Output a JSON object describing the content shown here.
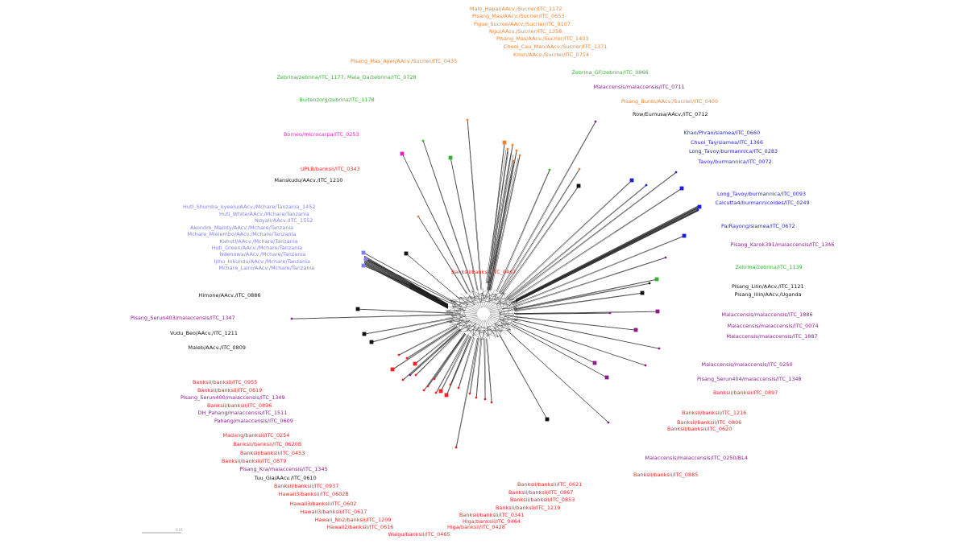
{
  "palette": {
    "ITC_AAcv": "#f4812c",
    "zebrina": "#2fb52f",
    "malaccensis": "#8b1a8b",
    "black": "#111111",
    "burmannica": "#1c1ce0",
    "microcarpa": "#ee1ec8",
    "banksii": "#f02424",
    "mchare": "#8080f0"
  },
  "network": {
    "scale_bar_label": "0.01"
  },
  "labels": [
    {
      "text": "Malo_Hapai/AAcv./Sucrier/ITC_1172",
      "group": "ITC_AAcv"
    },
    {
      "text": "Pisang_Mas/AAcv./Sucrier/ITC_0653",
      "group": "ITC_AAcv"
    },
    {
      "text": "Figue_Sucree/AAcv./Sucrier/ITC_0107",
      "group": "ITC_AAcv"
    },
    {
      "text": "Ngu/AAcv./Sucrier/ITC_1358",
      "group": "ITC_AAcv"
    },
    {
      "text": "Pisang_Mas/AAcv./Sucrier/ITC_1403",
      "group": "ITC_AAcv"
    },
    {
      "text": "Chuoi_Cau_Man/AAcv./Sucrier/ITC_1371",
      "group": "ITC_AAcv"
    },
    {
      "text": "Kirun/AAcv./Sucrier/ITC_0714",
      "group": "ITC_AAcv"
    },
    {
      "text": "Pisang_Mas_Ayer/AAcv./Sucrier/ITC_0435",
      "group": "ITC_AAcv"
    },
    {
      "text": "Zebrina_GF/zebrina/ITC_0966",
      "group": "zebrina"
    },
    {
      "text": "Zebrina/zebrina/ITC_1177, Maia_Oa/zebrina/ITC_0728",
      "group": "zebrina"
    },
    {
      "text": "Malaccensis/malaccensis/ITC_0711",
      "group": "malaccensis"
    },
    {
      "text": "Buitenzorg/zebrina/ITC_1178",
      "group": "zebrina"
    },
    {
      "text": "Pisang_Bunbi/AAcv./Sucrier/ITC_0400",
      "group": "ITC_AAcv"
    },
    {
      "text": "Row/Eumusa/AAcv./ITC_0712",
      "group": "black"
    },
    {
      "text": "Khao/Phrao/siamea/ITC_0660",
      "group": "burmannica"
    },
    {
      "text": "Borneo/microcarpa/ITC_0253",
      "group": "microcarpa"
    },
    {
      "text": "Chuoi_Tay/siamea/ITC_1366",
      "group": "burmannica"
    },
    {
      "text": "Long_Tavoy/burmannica/ITC_0283",
      "group": "burmannica"
    },
    {
      "text": "Tavoy/burmannica/ITC_0072",
      "group": "burmannica"
    },
    {
      "text": "UPLB/banksii/ITC_0343",
      "group": "banksii"
    },
    {
      "text": "Manskudu/AAcv./ITC_1210",
      "group": "black"
    },
    {
      "text": "Long_Tavoy/burmannica/ITC_0093",
      "group": "burmannica"
    },
    {
      "text": "Calcutta4/burmannicoides/ITC_0249",
      "group": "burmannica"
    },
    {
      "text": "Huti_Shumba_nyeelu/AAcv./Mchare/Tanzania_1452",
      "group": "mchare"
    },
    {
      "text": "Huti_White/AAcv./Mchare/Tanzania",
      "group": "mchare"
    },
    {
      "text": "Ndyali/AAcv./ITC_1552",
      "group": "mchare"
    },
    {
      "text": "Pa/Rayong/siamea/ITC_0672",
      "group": "burmannica"
    },
    {
      "text": "Akondro_Mainty/AAcv./Mchare/Tanzania",
      "group": "mchare"
    },
    {
      "text": "Mchare_Mlelembo/AAcv./Mchare/Tanzania",
      "group": "mchare"
    },
    {
      "text": "Kahuti/AAcv./Mchare/Tanzania",
      "group": "mchare"
    },
    {
      "text": "Pisang_Karok391/malaccensis/ITC_1346",
      "group": "malaccensis"
    },
    {
      "text": "Huti_Green/AAcv./Mchare/Tanzania",
      "group": "mchare"
    },
    {
      "text": "Ndenowa/AAcv./Mchare/Tanzania",
      "group": "mchare"
    },
    {
      "text": "Ijihu_Inkundu/AAcv./Mchare/Tanzania",
      "group": "mchare"
    },
    {
      "text": "Zebrina/zebrina/ITC_1139",
      "group": "zebrina"
    },
    {
      "text": "Mchare_Laini/AAcv./Mchare/Tanzania",
      "group": "mchare"
    },
    {
      "text": "Pisang_Lilin/AAcv./ITC_1121",
      "group": "black"
    },
    {
      "text": "Himone/AAcv./ITC_0886",
      "group": "black"
    },
    {
      "text": "Pisang_lilin/AAcv./Uganda",
      "group": "black"
    },
    {
      "text": "Malaccensis/malaccensis/ITC_1886",
      "group": "malaccensis"
    },
    {
      "text": "Pisang_Serun403/malaccensis/ITC_1347",
      "group": "malaccensis"
    },
    {
      "text": "Malaccensis/malaccensis/ITC_0074",
      "group": "malaccensis"
    },
    {
      "text": "Vudu_Beo/AAcv./ITC_1211",
      "group": "black"
    },
    {
      "text": "Malaccensis/malaccensis/ITC_1887",
      "group": "malaccensis"
    },
    {
      "text": "Maleb/AAcv./ITC_0809",
      "group": "black"
    },
    {
      "text": "Malaccensis/malaccensis/ITC_0250",
      "group": "malaccensis"
    },
    {
      "text": "Pisang_Serun404/malaccensis/ITC_1348",
      "group": "malaccensis"
    },
    {
      "text": "Banksii/banksii/ITC_0955",
      "group": "banksii"
    },
    {
      "text": "Banksii/banksii/ITC_0619",
      "group": "banksii"
    },
    {
      "text": "Banksii/banksii/ITC_0897",
      "group": "banksii"
    },
    {
      "text": "Pisang_Serun400/malaccensis/ITC_1349",
      "group": "malaccensis"
    },
    {
      "text": "Banksii/banksii/ITC_0896",
      "group": "banksii"
    },
    {
      "text": "Banksii/banksii/ITC_1216",
      "group": "banksii"
    },
    {
      "text": "DH_Pahang/malaccensis/ITC_1511",
      "group": "malaccensis"
    },
    {
      "text": "Banksii/banksii/ITC_0806",
      "group": "banksii"
    },
    {
      "text": "Pahang/malaccensis/ITC_0609",
      "group": "malaccensis"
    },
    {
      "text": "Banksii/banksii/ITC_0620",
      "group": "banksii"
    },
    {
      "text": "Madang/banksii/ITC_0254",
      "group": "banksii"
    },
    {
      "text": "Banksii/banksii/ITC_0620B",
      "group": "banksii"
    },
    {
      "text": "Banksii/banksii/ITC_0453",
      "group": "banksii"
    },
    {
      "text": "Banksii/banksii/ITC_0879",
      "group": "banksii"
    },
    {
      "text": "Malaccensis/malaccensis/ITC_0250/BL4",
      "group": "malaccensis"
    },
    {
      "text": "Pisang_Kra/malaccensis/ITC_1345",
      "group": "malaccensis"
    },
    {
      "text": "Banksii/banksii/ITC_0885",
      "group": "banksii"
    },
    {
      "text": "Tuu_Gia/AAcv./ITC_0610",
      "group": "black"
    },
    {
      "text": "Banksii/banksii/ITC_0621",
      "group": "banksii"
    },
    {
      "text": "Banksii/banksii/ITC_0937",
      "group": "banksii"
    },
    {
      "text": "Banksii/banksii/ITC_0867",
      "group": "banksii"
    },
    {
      "text": "Hawaii3/banksii/ITC_0602B",
      "group": "banksii"
    },
    {
      "text": "Banksii/banksii/ITC_0853",
      "group": "banksii"
    },
    {
      "text": "Hawaii3/banksii/ITC_0602",
      "group": "banksii"
    },
    {
      "text": "Banksii/banksii/ITC_1219",
      "group": "banksii"
    },
    {
      "text": "Hawaii3/banksii/ITC_0617",
      "group": "banksii"
    },
    {
      "text": "Banksii/banksii/ITC_0341",
      "group": "banksii"
    },
    {
      "text": "Hawaii_No2/banksii/ITC_1209",
      "group": "banksii"
    },
    {
      "text": "Higa/banksii/ITC_0464",
      "group": "banksii"
    },
    {
      "text": "Hawaii2/banksii/ITC_0616",
      "group": "banksii"
    },
    {
      "text": "Higa/banksii/ITC_0428",
      "group": "banksii"
    },
    {
      "text": "Waigu/banksii/ITC_0465",
      "group": "banksii"
    },
    {
      "text": "Banksii/banksii/ITC_0467",
      "group": "banksii"
    }
  ]
}
